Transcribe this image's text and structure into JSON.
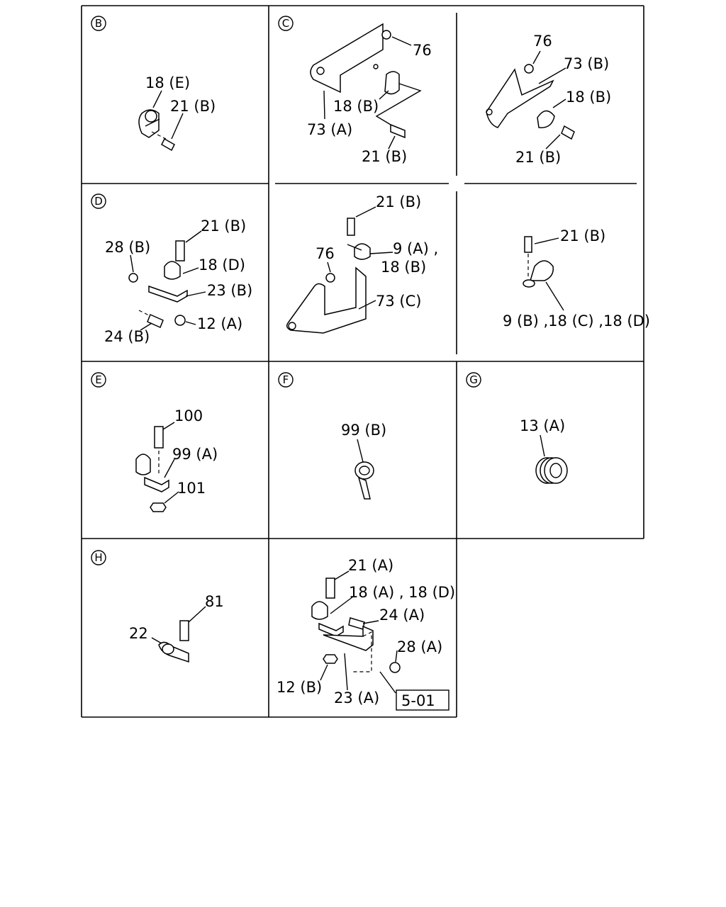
{
  "sections": {
    "B": {
      "letter": "B",
      "labels": [
        "18 (E)",
        "21 (B)"
      ]
    },
    "C": {
      "letter": "C",
      "labels_left": [
        "76",
        "73 (A)",
        "18 (B)",
        "21 (B)"
      ],
      "labels_right": [
        "76",
        "73 (B)",
        "18 (B)",
        "21 (B)"
      ]
    },
    "D": {
      "letter": "D",
      "labels_left": [
        "21 (B)",
        "28 (B)",
        "18 (D)",
        "23 (B)",
        "24 (B)",
        "12 (A)"
      ],
      "labels_mid": [
        "21 (B)",
        "76",
        "9 (A) ,",
        "18 (B)",
        "73 (C)"
      ],
      "labels_right": [
        "21 (B)",
        "9 (B) ,18 (C) ,18 (D)"
      ]
    },
    "E": {
      "letter": "E",
      "labels": [
        "100",
        "99 (A)",
        "101"
      ]
    },
    "F": {
      "letter": "F",
      "labels": [
        "99 (B)"
      ]
    },
    "G": {
      "letter": "G",
      "labels": [
        "13 (A)"
      ]
    },
    "H": {
      "letter": "H",
      "labels_left": [
        "81",
        "22"
      ],
      "labels_right": [
        "21 (A)",
        "18 (A) , 18 (D)",
        "24 (A)",
        "28 (A)",
        "12 (B)",
        "23 (A)"
      ]
    }
  },
  "page_ref": "5-01"
}
